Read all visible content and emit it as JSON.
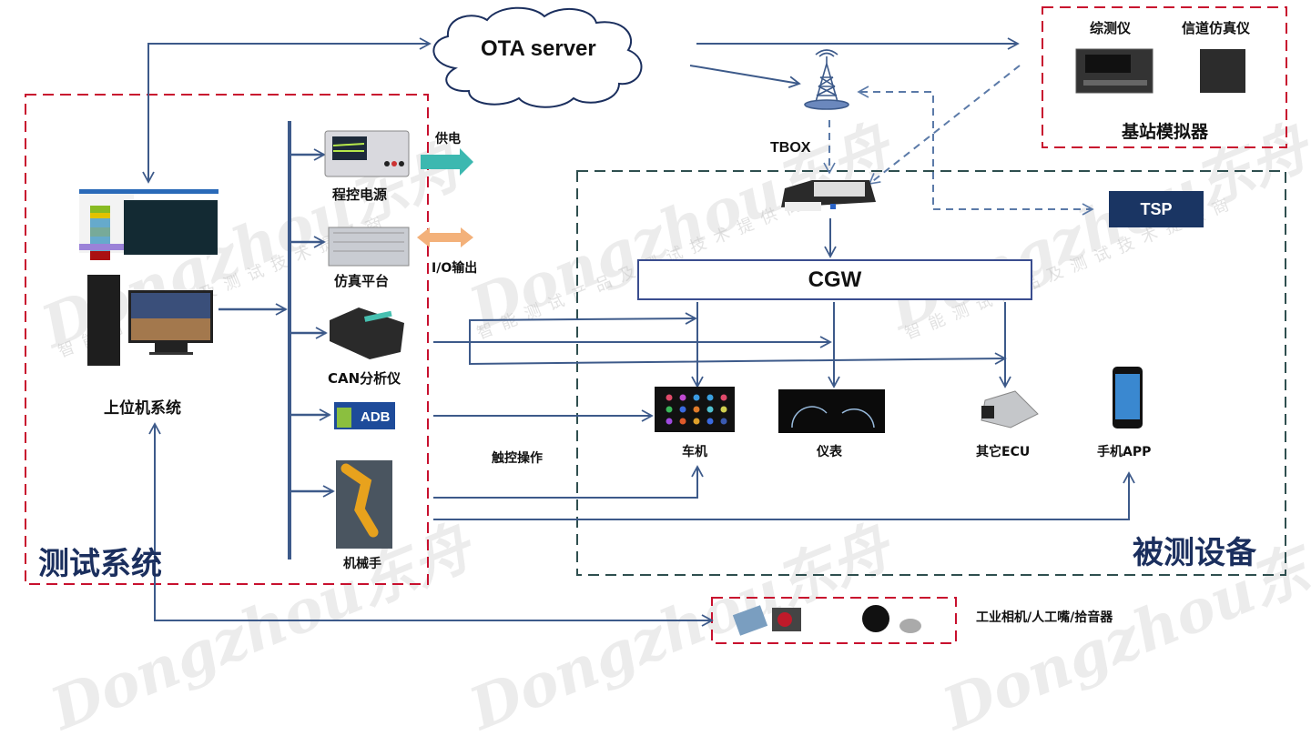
{
  "groups": {
    "test_system": "测试系统",
    "dut": "被测设备",
    "base_station": "基站模拟器"
  },
  "cloud": {
    "label": "OTA server"
  },
  "base_station": {
    "instrument_1": "综测仪",
    "instrument_2": "信道仿真仪"
  },
  "tbox": {
    "label": "TBOX"
  },
  "tsp": {
    "label": "TSP"
  },
  "cgw": {
    "label": "CGW"
  },
  "host": {
    "label": "上位机系统"
  },
  "tools": [
    {
      "label": "程控电源"
    },
    {
      "label": "仿真平台"
    },
    {
      "label": "CAN分析仪"
    },
    {
      "label": "ADB"
    },
    {
      "label": "机械手"
    }
  ],
  "connections": {
    "power": "供电",
    "io": "I/O输出",
    "touch": "触控操作"
  },
  "dut_devices": [
    {
      "label": "车机"
    },
    {
      "label": "仪表"
    },
    {
      "label": "其它ECU"
    },
    {
      "label": "手机APP"
    }
  ],
  "peripherals": {
    "label": "工业相机/人工嘴/拾音器"
  },
  "watermark": {
    "brand": "Dongzhou东舟",
    "tagline": "智能测试产品及测试技术提供商"
  },
  "colors": {
    "line": "#3d5a8a",
    "red_dash": "#c8102e",
    "green_dash": "#2f4f4f",
    "tsp": "#1a3563",
    "title": "#1b2f5e",
    "power_arrow": "#3cb8b0",
    "io_arrow": "#f3b17a"
  }
}
